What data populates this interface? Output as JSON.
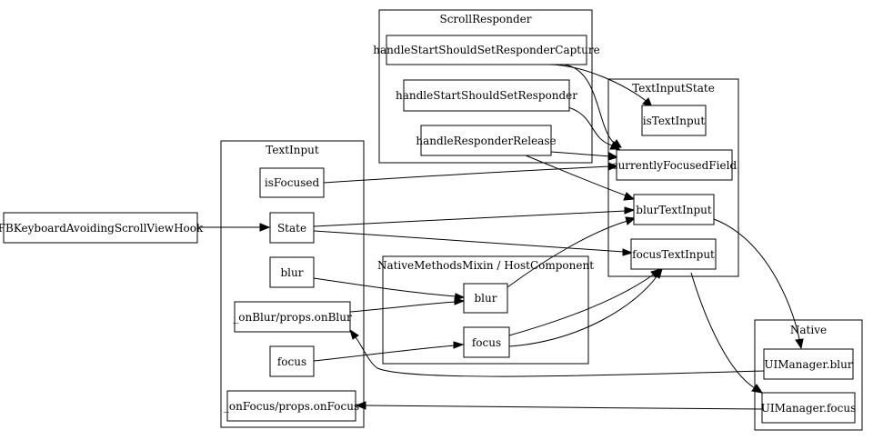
{
  "clusters": {
    "scroll_responder": "ScrollResponder",
    "text_input_state": "TextInputState",
    "text_input": "TextInput",
    "native_methods": "NativeMethodsMixin / HostComponent",
    "native": "Native"
  },
  "nodes": {
    "handle_start_capture": "handleStartShouldSetResponderCapture",
    "handle_start": "handleStartShouldSetResponder",
    "handle_release": "handleResponderRelease",
    "is_text_input": "isTextInput",
    "currently_focused_field": "currentlyFocusedField",
    "blur_text_input": "blurTextInput",
    "focus_text_input": "focusTextInput",
    "is_focused": "isFocused",
    "state": "State",
    "ti_blur": "blur",
    "on_blur": "_onBlur/props.onBlur",
    "ti_focus": "focus",
    "on_focus": "_onFocus/props.onFocus",
    "nm_blur": "blur",
    "nm_focus": "focus",
    "fb_hook": "FBKeyboardAvoidingScrollViewHook",
    "ui_blur": "UIManager.blur",
    "ui_focus": "UIManager.focus"
  }
}
